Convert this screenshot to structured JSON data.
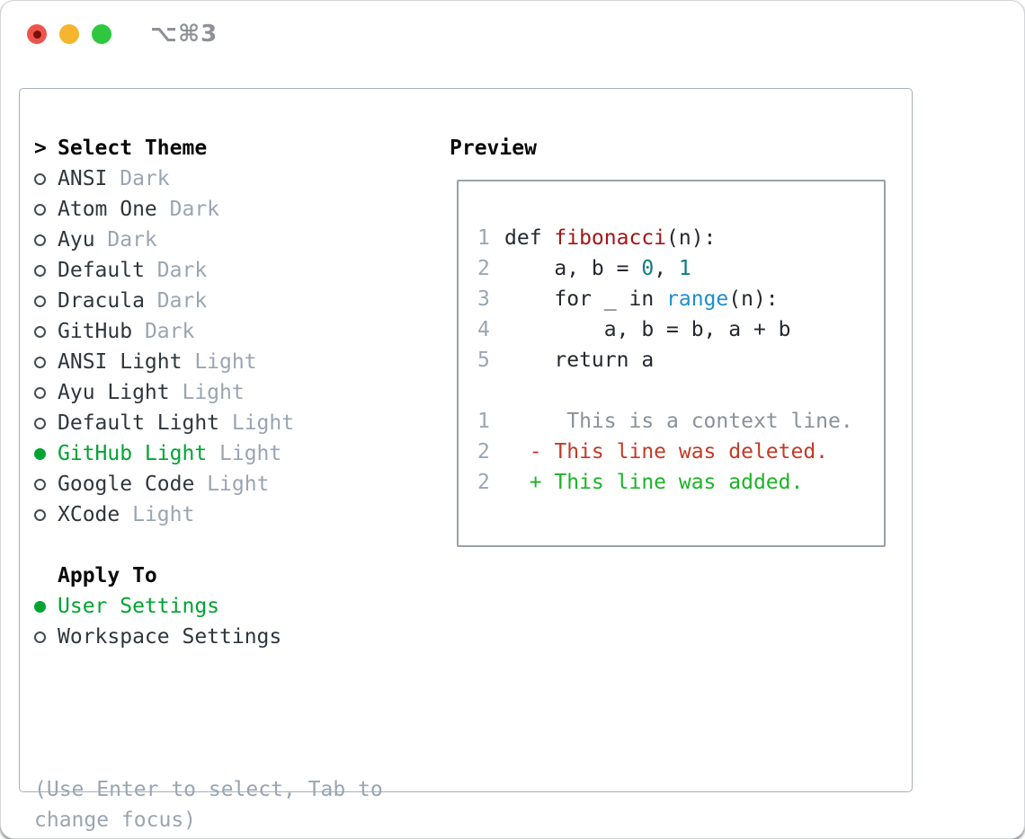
{
  "window": {
    "title": "⌥⌘3"
  },
  "theme_panel": {
    "header_prefix": ">",
    "header_label": "Select Theme",
    "themes": [
      {
        "name": "ANSI",
        "variant": "Dark",
        "selected": false
      },
      {
        "name": "Atom One",
        "variant": "Dark",
        "selected": false
      },
      {
        "name": "Ayu",
        "variant": "Dark",
        "selected": false
      },
      {
        "name": "Default",
        "variant": "Dark",
        "selected": false
      },
      {
        "name": "Dracula",
        "variant": "Dark",
        "selected": false
      },
      {
        "name": "GitHub",
        "variant": "Dark",
        "selected": false
      },
      {
        "name": "ANSI Light",
        "variant": "Light",
        "selected": false
      },
      {
        "name": "Ayu Light",
        "variant": "Light",
        "selected": false
      },
      {
        "name": "Default Light",
        "variant": "Light",
        "selected": false
      },
      {
        "name": "GitHub Light",
        "variant": "Light",
        "selected": true
      },
      {
        "name": "Google Code",
        "variant": "Light",
        "selected": false
      },
      {
        "name": "XCode",
        "variant": "Light",
        "selected": false
      }
    ],
    "apply_to_label": "Apply To",
    "apply_options": [
      {
        "name": "User Settings",
        "selected": true
      },
      {
        "name": "Workspace Settings",
        "selected": false
      }
    ],
    "help_lines": [
      "(Use Enter to select, Tab to",
      "change focus)"
    ]
  },
  "preview": {
    "label": "Preview",
    "lines": [
      {
        "num": "1",
        "kind": "code",
        "tokens": [
          {
            "text": "def ",
            "style": "plain"
          },
          {
            "text": "fibonacci",
            "style": "func"
          },
          {
            "text": "(n):",
            "style": "plain"
          }
        ]
      },
      {
        "num": "2",
        "kind": "code",
        "tokens": [
          {
            "text": "    a, b = ",
            "style": "plain"
          },
          {
            "text": "0",
            "style": "num"
          },
          {
            "text": ", ",
            "style": "plain"
          },
          {
            "text": "1",
            "style": "num"
          }
        ]
      },
      {
        "num": "3",
        "kind": "code",
        "tokens": [
          {
            "text": "    for _ in ",
            "style": "plain"
          },
          {
            "text": "range",
            "style": "builtin"
          },
          {
            "text": "(n):",
            "style": "plain"
          }
        ]
      },
      {
        "num": "4",
        "kind": "code",
        "tokens": [
          {
            "text": "        a, b = b, a + b",
            "style": "plain"
          }
        ]
      },
      {
        "num": "5",
        "kind": "code",
        "tokens": [
          {
            "text": "    return a",
            "style": "plain"
          }
        ]
      },
      {
        "num": "",
        "kind": "blank",
        "tokens": []
      },
      {
        "num": "1",
        "kind": "diff-context",
        "tokens": [
          {
            "text": "     This is a context line.",
            "style": "context"
          }
        ]
      },
      {
        "num": "2",
        "kind": "diff-deleted",
        "tokens": [
          {
            "text": "  - This line was deleted.",
            "style": "deleted"
          }
        ]
      },
      {
        "num": "2",
        "kind": "diff-added",
        "tokens": [
          {
            "text": "  + This line was added.",
            "style": "added"
          }
        ]
      }
    ]
  },
  "colors": {
    "selection_green": "#00a431",
    "list_name": "#30363d",
    "variant_gray": "#9aa5b2",
    "line_number_gray": "#9aa7b3",
    "code_plain": "#24292f",
    "code_function_red": "#a31515",
    "code_number_teal": "#0d7d82",
    "code_builtin_blue": "#1f8ece",
    "diff_context_gray": "#8a9199",
    "diff_deleted_red": "#c43a24",
    "diff_added_green": "#1cb426",
    "tl_close": "#ee544e",
    "tl_close_dot": "#7c100a",
    "tl_min": "#f5b52e",
    "tl_zoom": "#30c740"
  }
}
